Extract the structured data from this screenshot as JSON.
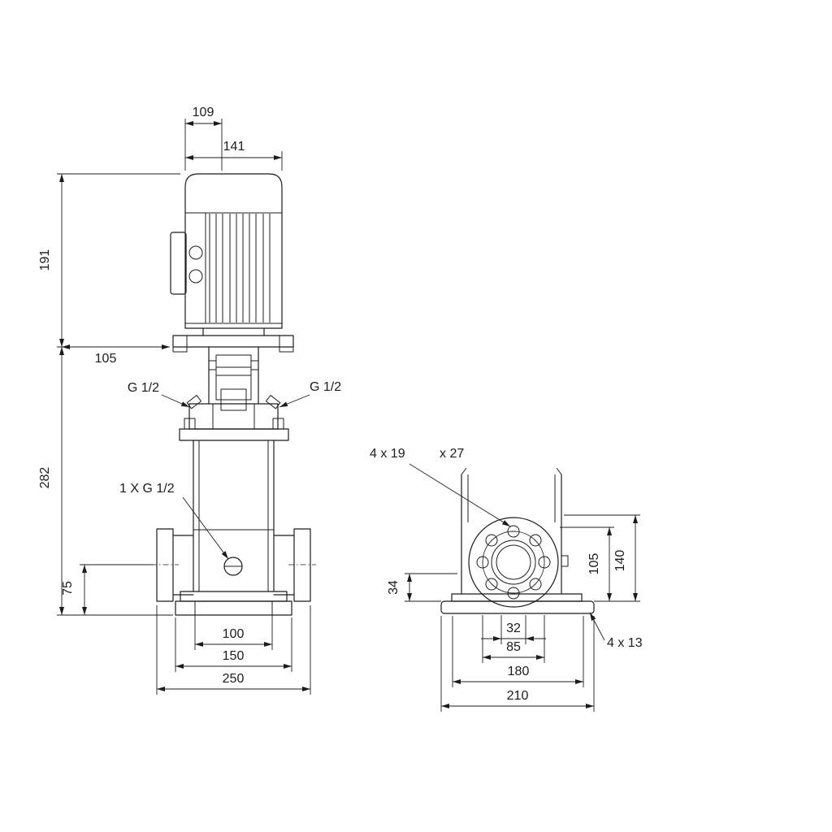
{
  "front_view": {
    "dim_109": "109",
    "dim_141": "141",
    "dim_191": "191",
    "dim_105": "105",
    "dim_282": "282",
    "dim_75": "75",
    "dim_100": "100",
    "dim_150": "150",
    "dim_250": "250",
    "vent_plug_left": "G 1/2",
    "vent_plug_right": "G 1/2",
    "drain_plug": "1 X G 1/2"
  },
  "side_view": {
    "flange_bolt_note": "4 x 19",
    "flange_bolt_note_2": "x 27",
    "dim_34": "34",
    "dim_105": "105",
    "dim_140": "140",
    "dim_32": "32",
    "dim_85": "85",
    "dim_180": "180",
    "dim_210": "210",
    "base_bolt_note": "4 x 13"
  },
  "style": {
    "line_color": "#1c1c1c",
    "background": "#ffffff"
  }
}
